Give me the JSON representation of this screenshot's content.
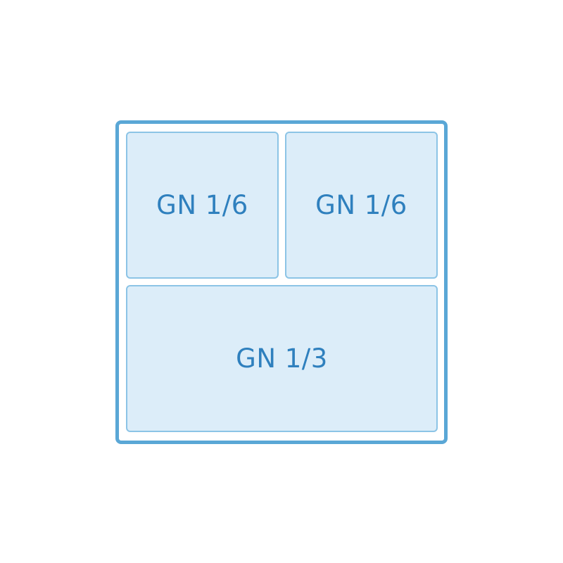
{
  "colors": {
    "frame_border": "#5aa7d6",
    "pan_border": "#8cc4e6",
    "pan_fill": "#dcedf9",
    "label_text": "#2f80be",
    "background": "#ffffff"
  },
  "container": {
    "pans": [
      {
        "label": "GN 1/6"
      },
      {
        "label": "GN 1/6"
      },
      {
        "label": "GN 1/3"
      }
    ]
  }
}
